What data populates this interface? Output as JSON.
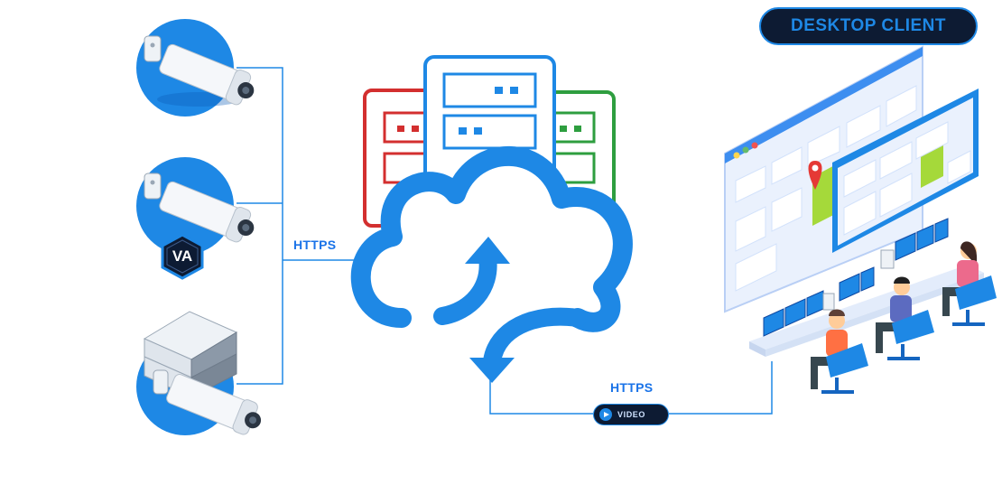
{
  "header": {
    "title": "DESKTOP CLIENT"
  },
  "links": {
    "cameras_to_cloud": "HTTPS",
    "cloud_to_client": "HTTPS"
  },
  "badges": {
    "analytics": "VA",
    "stream": "VIDEO"
  },
  "colors": {
    "accent": "#1e88e5",
    "dark": "#0d1b33",
    "server_red": "#d32f2f",
    "server_green": "#2e9e3f",
    "map_green": "#a5d93a",
    "pin": "#e53935"
  }
}
